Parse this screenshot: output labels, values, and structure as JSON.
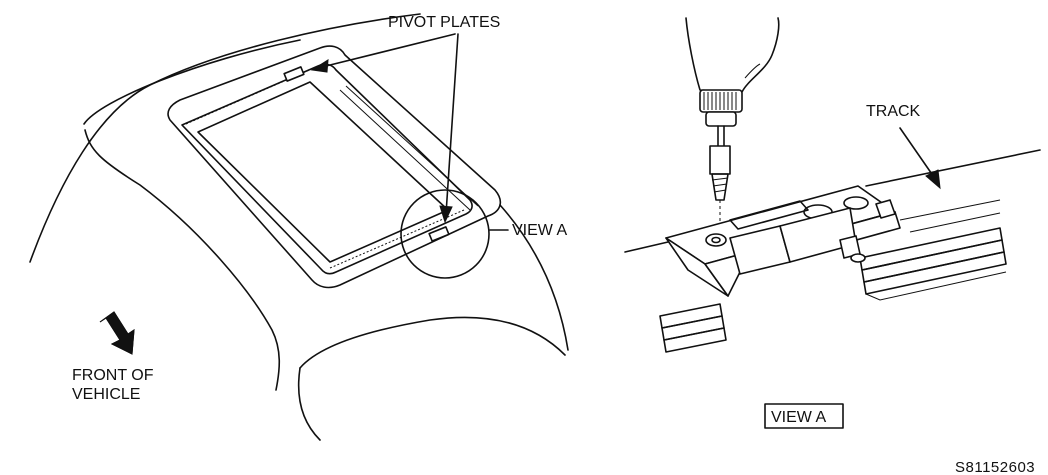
{
  "labels": {
    "pivot_plates": "PIVOT PLATES",
    "view_a_callout": "VIEW A",
    "front_line1": "FRONT OF",
    "front_line2": "VEHICLE",
    "track": "TRACK",
    "view_a_box": "VIEW A",
    "figure_code": "S81152603"
  }
}
